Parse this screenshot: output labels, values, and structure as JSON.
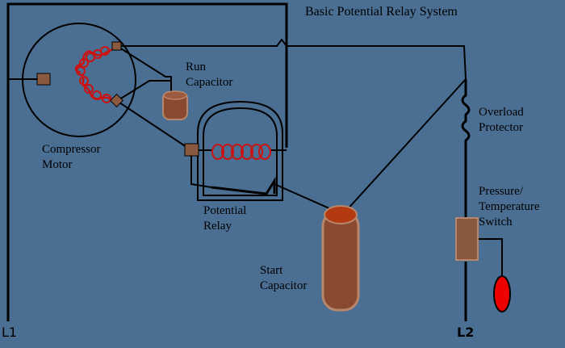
{
  "title": "Basic Potential Relay System",
  "labels": {
    "run_capacitor": [
      "Run",
      "Capacitor"
    ],
    "compressor_motor": [
      "Compressor",
      "Motor"
    ],
    "potential_relay": [
      "Potential",
      "Relay"
    ],
    "start_capacitor": [
      "Start",
      "Capacitor"
    ],
    "overload_protector": [
      "Overload",
      "Protector"
    ],
    "pressure_switch": [
      "Pressure/",
      "Temperature",
      "Switch"
    ]
  },
  "terminals": {
    "l1": "L1",
    "l2": "L2"
  },
  "colors": {
    "background": "#4a6f93",
    "wire": "#000000",
    "coil": "#cc1111",
    "terminal": "#8a5a40",
    "capacitor": "#8a4a32",
    "capacitor_top": "#b33a10",
    "bulb": "#ee0000"
  }
}
